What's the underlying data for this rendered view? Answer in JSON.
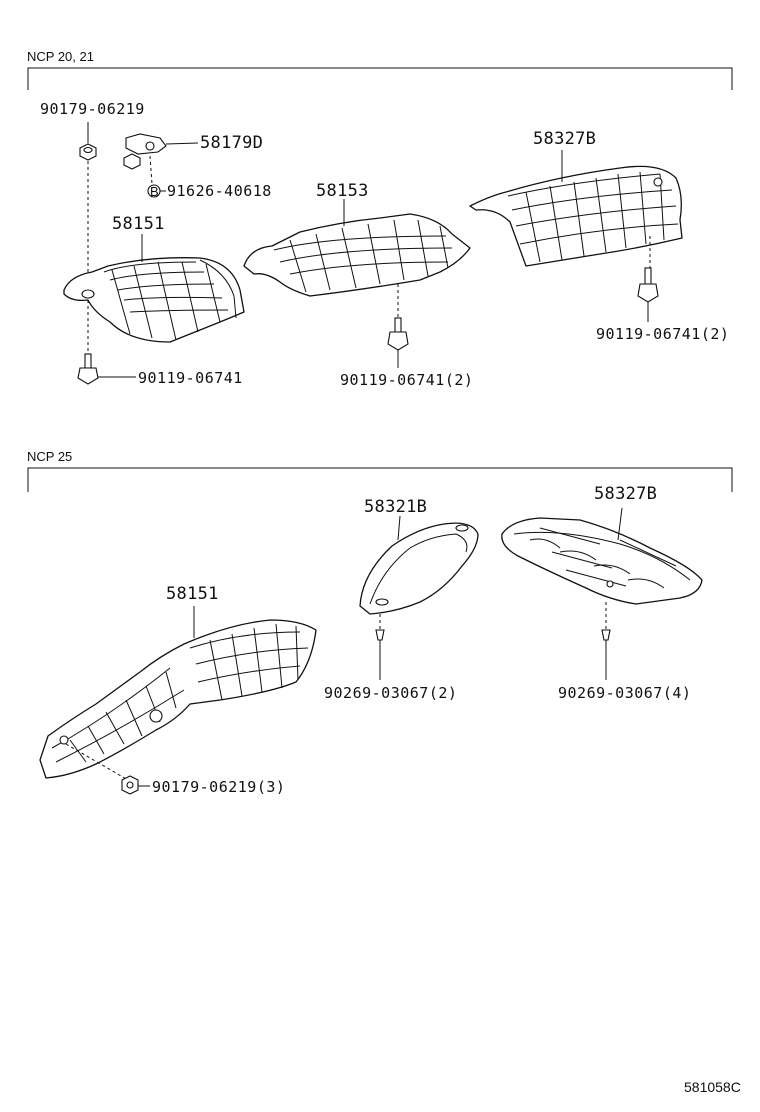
{
  "sections": {
    "top": {
      "title": "NCP 20, 21",
      "labels": {
        "nut_top": "90179-06219",
        "bracket": "58179D",
        "clip_b": "91626-40618",
        "cover_center": "58153",
        "cover_rear": "58327B",
        "cover_front": "58151",
        "bolt_front": "90119-06741",
        "bolt_center": "90119-06741(2)",
        "bolt_rear": "90119-06741(2)"
      },
      "b_marker": "B"
    },
    "bottom": {
      "title": "NCP 25",
      "labels": {
        "cover_front": "58151",
        "cover_mid": "58321B",
        "cover_rear": "58327B",
        "stud_mid": "90269-03067(2)",
        "stud_rear": "90269-03067(4)",
        "nut_front": "90179-06219(3)"
      }
    }
  },
  "figure_code": "581058C"
}
